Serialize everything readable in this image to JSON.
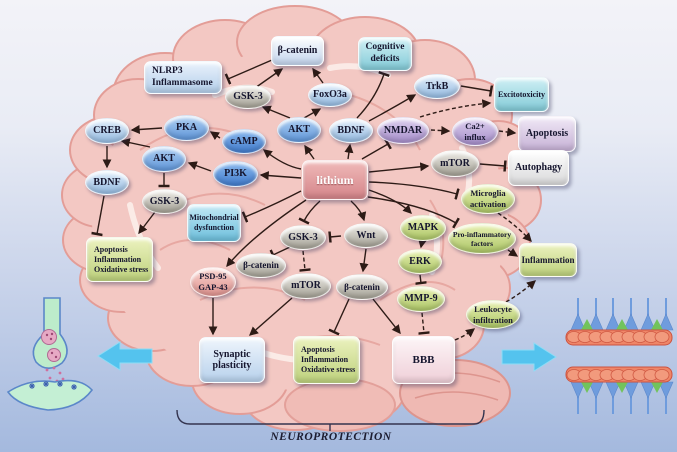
{
  "figure": {
    "caption": "NEUROPROTECTION",
    "subject": "lithium neuroprotection signaling pathway diagram drawn over a brain"
  },
  "colors": {
    "background_top": "#f3f3f8",
    "background_bottom": "#a4b9de",
    "brain": "#f3c8c3",
    "brain_outline": "#e39d97",
    "lithium_box": "#d98f92",
    "arrow": "#2d1b16",
    "flow_arrow": "#54c3ee"
  },
  "nodes": {
    "beta_catenin_top": "β-catenin",
    "nlrp3": "NLRP3\nInflammasome",
    "cognitive_deficits": "Cognitive\ndeficits",
    "gsk3_top": "GSK-3",
    "foxo3a": "FoxO3a",
    "trkb": "TrkB",
    "excitotoxicity": "Excitotoxicity",
    "creb": "CREB",
    "pka": "PKA",
    "akt_center": "AKT",
    "bdnf_center": "BDNF",
    "nmdar": "NMDAR",
    "ca2_influx": "Ca2+\ninflux",
    "apoptosis_box": "Apoptosis",
    "camp": "cAMP",
    "akt_left": "AKT",
    "mtor_right": "mTOR",
    "autophagy": "Autophagy",
    "pi3k": "PI3K",
    "lithium": "lithium",
    "bdnf_left": "BDNF",
    "gsk3_left": "GSK-3",
    "microglia_activation": "Microglia\nactivation",
    "mitochondrial_dysfunction": "Mitochondrial\ndysfunction",
    "mapk": "MAPK",
    "pro_inflammatory_factors": "Pro-inflammatory\nfactors",
    "stress_box_left": "Apoptosis\nInflammation\nOxidative stress",
    "gsk3_center": "GSK-3",
    "wnt": "Wnt",
    "beta_catenin_mid": "β-catenin",
    "psd95_gap43": "PSD-95\nGAP-43",
    "mtor_center": "mTOR",
    "erk": "ERK",
    "beta_catenin_bottom": "β-catenin",
    "mmp9": "MMP-9",
    "leukocyte_infiltration": "Leukocyte\ninfiltration",
    "inflammation": "Inflammation",
    "synaptic_plasticity": "Synaptic\nplasticity",
    "stress_box_center": "Apoptosis\nInflammation\nOxidative stress",
    "bbb": "BBB"
  },
  "edges": [
    {
      "from": "beta_catenin_top",
      "to": "nlrp3",
      "effect": "inhibits",
      "line": "solid"
    },
    {
      "from": "gsk3_top",
      "to": "beta_catenin_top",
      "effect": "activates",
      "line": "solid"
    },
    {
      "from": "akt_center",
      "to": "gsk3_top",
      "effect": "activates",
      "line": "solid"
    },
    {
      "from": "akt_center",
      "to": "foxo3a",
      "effect": "activates",
      "line": "solid"
    },
    {
      "from": "foxo3a",
      "to": "beta_catenin_top",
      "effect": "activates",
      "line": "solid"
    },
    {
      "from": "camp",
      "to": "pka",
      "effect": "activates",
      "line": "solid"
    },
    {
      "from": "pka",
      "to": "creb",
      "effect": "activates",
      "line": "solid"
    },
    {
      "from": "akt_left",
      "to": "creb",
      "effect": "activates",
      "line": "solid"
    },
    {
      "from": "pi3k",
      "to": "akt_left",
      "effect": "activates",
      "line": "solid"
    },
    {
      "from": "akt_left",
      "to": "gsk3_left",
      "effect": "inhibits",
      "line": "solid"
    },
    {
      "from": "creb",
      "to": "bdnf_left",
      "effect": "activates",
      "line": "solid"
    },
    {
      "from": "bdnf_left",
      "to": "stress_box_left",
      "effect": "inhibits",
      "line": "solid"
    },
    {
      "from": "gsk3_left",
      "to": "stress_box_left",
      "effect": "activates",
      "line": "solid"
    },
    {
      "from": "lithium",
      "to": "camp",
      "effect": "activates",
      "line": "solid"
    },
    {
      "from": "lithium",
      "to": "pi3k",
      "effect": "activates",
      "line": "solid"
    },
    {
      "from": "lithium",
      "to": "mitochondrial_dysfunction",
      "effect": "inhibits",
      "line": "solid"
    },
    {
      "from": "lithium",
      "to": "akt_center",
      "effect": "activates",
      "line": "solid"
    },
    {
      "from": "lithium",
      "to": "bdnf_center",
      "effect": "activates",
      "line": "solid"
    },
    {
      "from": "lithium",
      "to": "nmdar",
      "effect": "inhibits",
      "line": "solid"
    },
    {
      "from": "lithium",
      "to": "mtor_right",
      "effect": "activates",
      "line": "solid"
    },
    {
      "from": "lithium",
      "to": "microglia_activation",
      "effect": "inhibits",
      "line": "solid"
    },
    {
      "from": "lithium",
      "to": "mapk",
      "effect": "activates",
      "line": "solid"
    },
    {
      "from": "lithium",
      "to": "pro_inflammatory_factors",
      "effect": "inhibits",
      "line": "solid"
    },
    {
      "from": "lithium",
      "to": "gsk3_center",
      "effect": "inhibits",
      "line": "solid"
    },
    {
      "from": "lithium",
      "to": "wnt",
      "effect": "activates",
      "line": "solid"
    },
    {
      "from": "lithium",
      "to": "psd95_gap43",
      "effect": "activates",
      "line": "solid"
    },
    {
      "from": "wnt",
      "to": "gsk3_center",
      "effect": "inhibits",
      "line": "solid"
    },
    {
      "from": "gsk3_center",
      "to": "beta_catenin_mid",
      "effect": "inhibits",
      "line": "solid"
    },
    {
      "from": "gsk3_center",
      "to": "mtor_center",
      "effect": "inhibits",
      "line": "dashed"
    },
    {
      "from": "wnt",
      "to": "beta_catenin_bottom",
      "effect": "activates",
      "line": "solid"
    },
    {
      "from": "mtor_center",
      "to": "synaptic_plasticity",
      "effect": "activates",
      "line": "solid"
    },
    {
      "from": "psd95_gap43",
      "to": "synaptic_plasticity",
      "effect": "activates",
      "line": "solid"
    },
    {
      "from": "beta_catenin_bottom",
      "to": "stress_box_center",
      "effect": "inhibits",
      "line": "solid"
    },
    {
      "from": "beta_catenin_bottom",
      "to": "bbb",
      "effect": "activates",
      "line": "solid"
    },
    {
      "from": "mapk",
      "to": "erk",
      "effect": "activates",
      "line": "solid"
    },
    {
      "from": "erk",
      "to": "mmp9",
      "effect": "inhibits",
      "line": "solid"
    },
    {
      "from": "mmp9",
      "to": "bbb",
      "effect": "inhibits",
      "line": "dashed"
    },
    {
      "from": "microglia_activation",
      "to": "inflammation",
      "effect": "activates",
      "line": "dashed"
    },
    {
      "from": "pro_inflammatory_factors",
      "to": "inflammation",
      "effect": "activates",
      "line": "dashed"
    },
    {
      "from": "leukocyte_infiltration",
      "to": "inflammation",
      "effect": "activates",
      "line": "dashed"
    },
    {
      "from": "bbb",
      "to": "leukocyte_infiltration",
      "effect": "activates",
      "line": "dashed"
    },
    {
      "from": "bdnf_center",
      "to": "cognitive_deficits",
      "effect": "inhibits",
      "line": "solid"
    },
    {
      "from": "bdnf_center",
      "to": "trkb",
      "effect": "activates",
      "line": "solid"
    },
    {
      "from": "trkb",
      "to": "excitotoxicity",
      "effect": "inhibits",
      "line": "solid"
    },
    {
      "from": "nmdar",
      "to": "excitotoxicity",
      "effect": "activates",
      "line": "dashed"
    },
    {
      "from": "nmdar",
      "to": "ca2_influx",
      "effect": "activates",
      "line": "dashed"
    },
    {
      "from": "ca2_influx",
      "to": "apoptosis_box",
      "effect": "activates",
      "line": "dashed"
    },
    {
      "from": "mtor_right",
      "to": "autophagy",
      "effect": "inhibits",
      "line": "solid"
    }
  ]
}
